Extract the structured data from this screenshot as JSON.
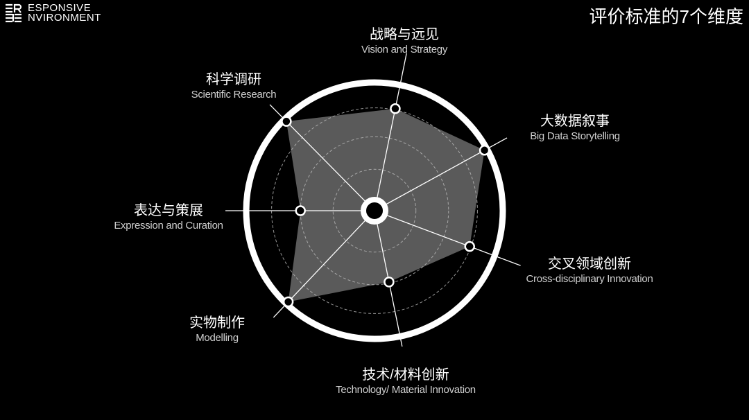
{
  "logo": {
    "line1": "ESPONSIVE",
    "line2": "NVIRONMENT",
    "mark": "RE"
  },
  "title": "评价标准的7个维度",
  "colors": {
    "background": "#000000",
    "fill": "#5a5a5a",
    "ring": "#ffffff"
  },
  "chart_data": {
    "type": "radar",
    "title": "评价标准的7个维度",
    "scale": [
      0,
      1
    ],
    "grid_levels": [
      0.33,
      0.59,
      0.82
    ],
    "axes": [
      {
        "zh": "战略与远见",
        "en": "Vision and Strategy",
        "value": 0.83
      },
      {
        "zh": "大数据叙事",
        "en": "Big Data Storytelling",
        "value": 1.0
      },
      {
        "zh": "交叉领域创新",
        "en": "Cross-disciplinary Innovation",
        "value": 0.81
      },
      {
        "zh": "技术/材料创新",
        "en": "Technology/ Material Innovation",
        "value": 0.58
      },
      {
        "zh": "实物制作",
        "en": "Modelling",
        "value": 1.0
      },
      {
        "zh": "表达与策展",
        "en": "Expression and Curation",
        "value": 0.59
      },
      {
        "zh": "科学调研",
        "en": "Scientific Research",
        "value": 1.0
      }
    ]
  }
}
